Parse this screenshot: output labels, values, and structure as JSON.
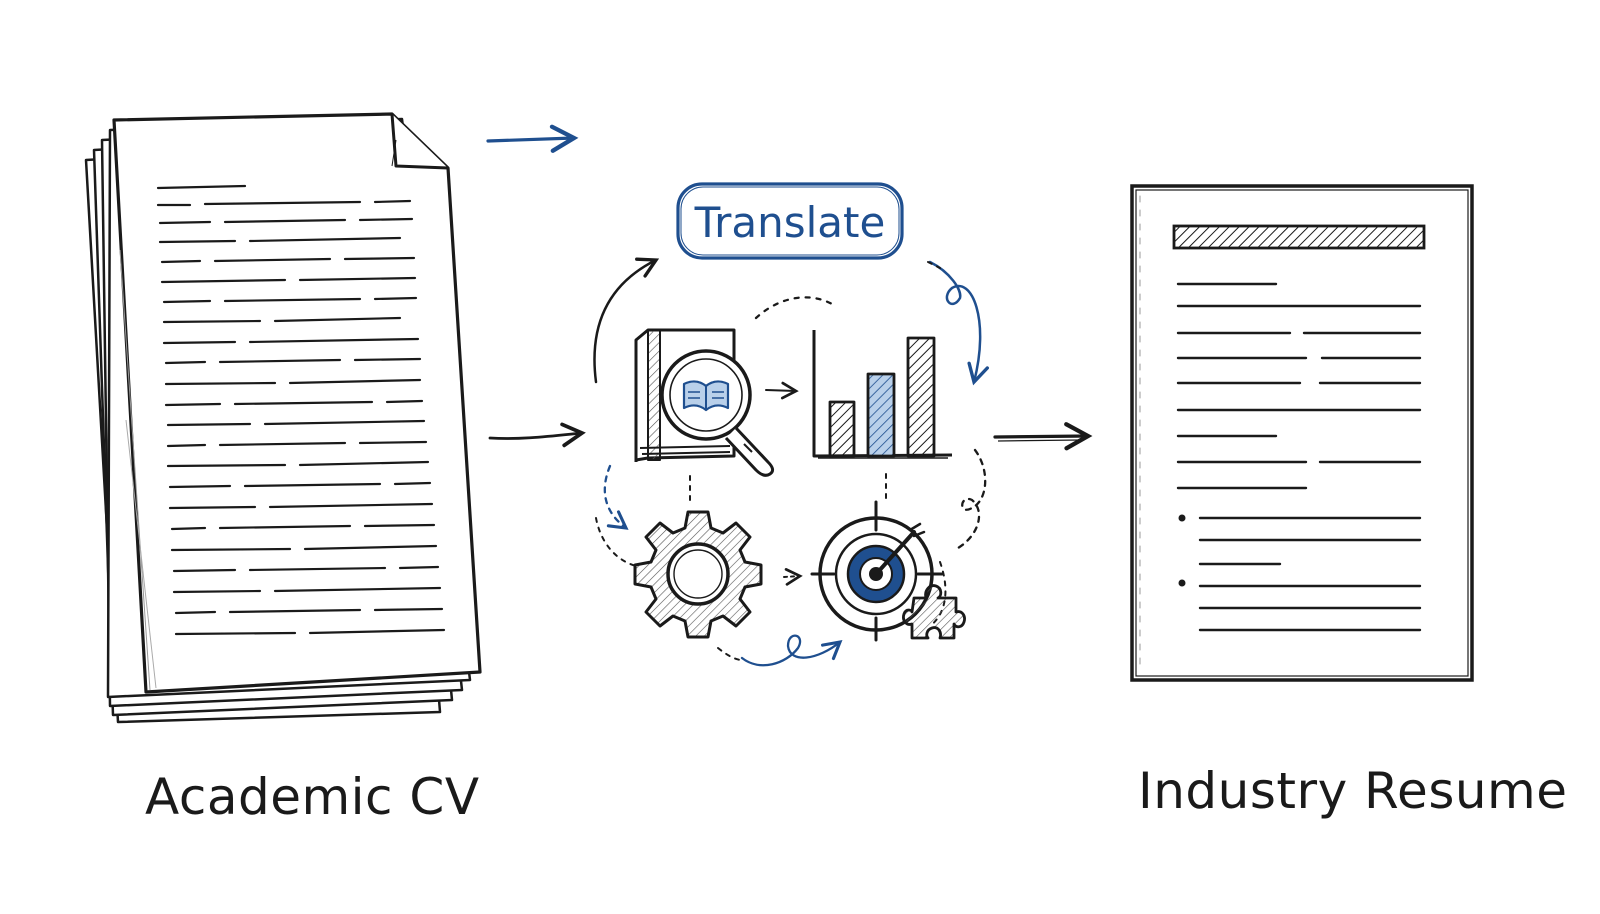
{
  "labels": {
    "source": "Academic CV",
    "process": "Translate",
    "target": "Industry Resume"
  },
  "icons": [
    "document-stack-icon",
    "book-magnifier-icon",
    "bar-chart-icon",
    "gear-icon",
    "target-icon",
    "puzzle-piece-icon",
    "resume-document-icon"
  ],
  "colors": {
    "ink": "#1a1a1a",
    "accent": "#1f4f8f",
    "accent_light": "#b9d0ea",
    "background": "#ffffff"
  }
}
